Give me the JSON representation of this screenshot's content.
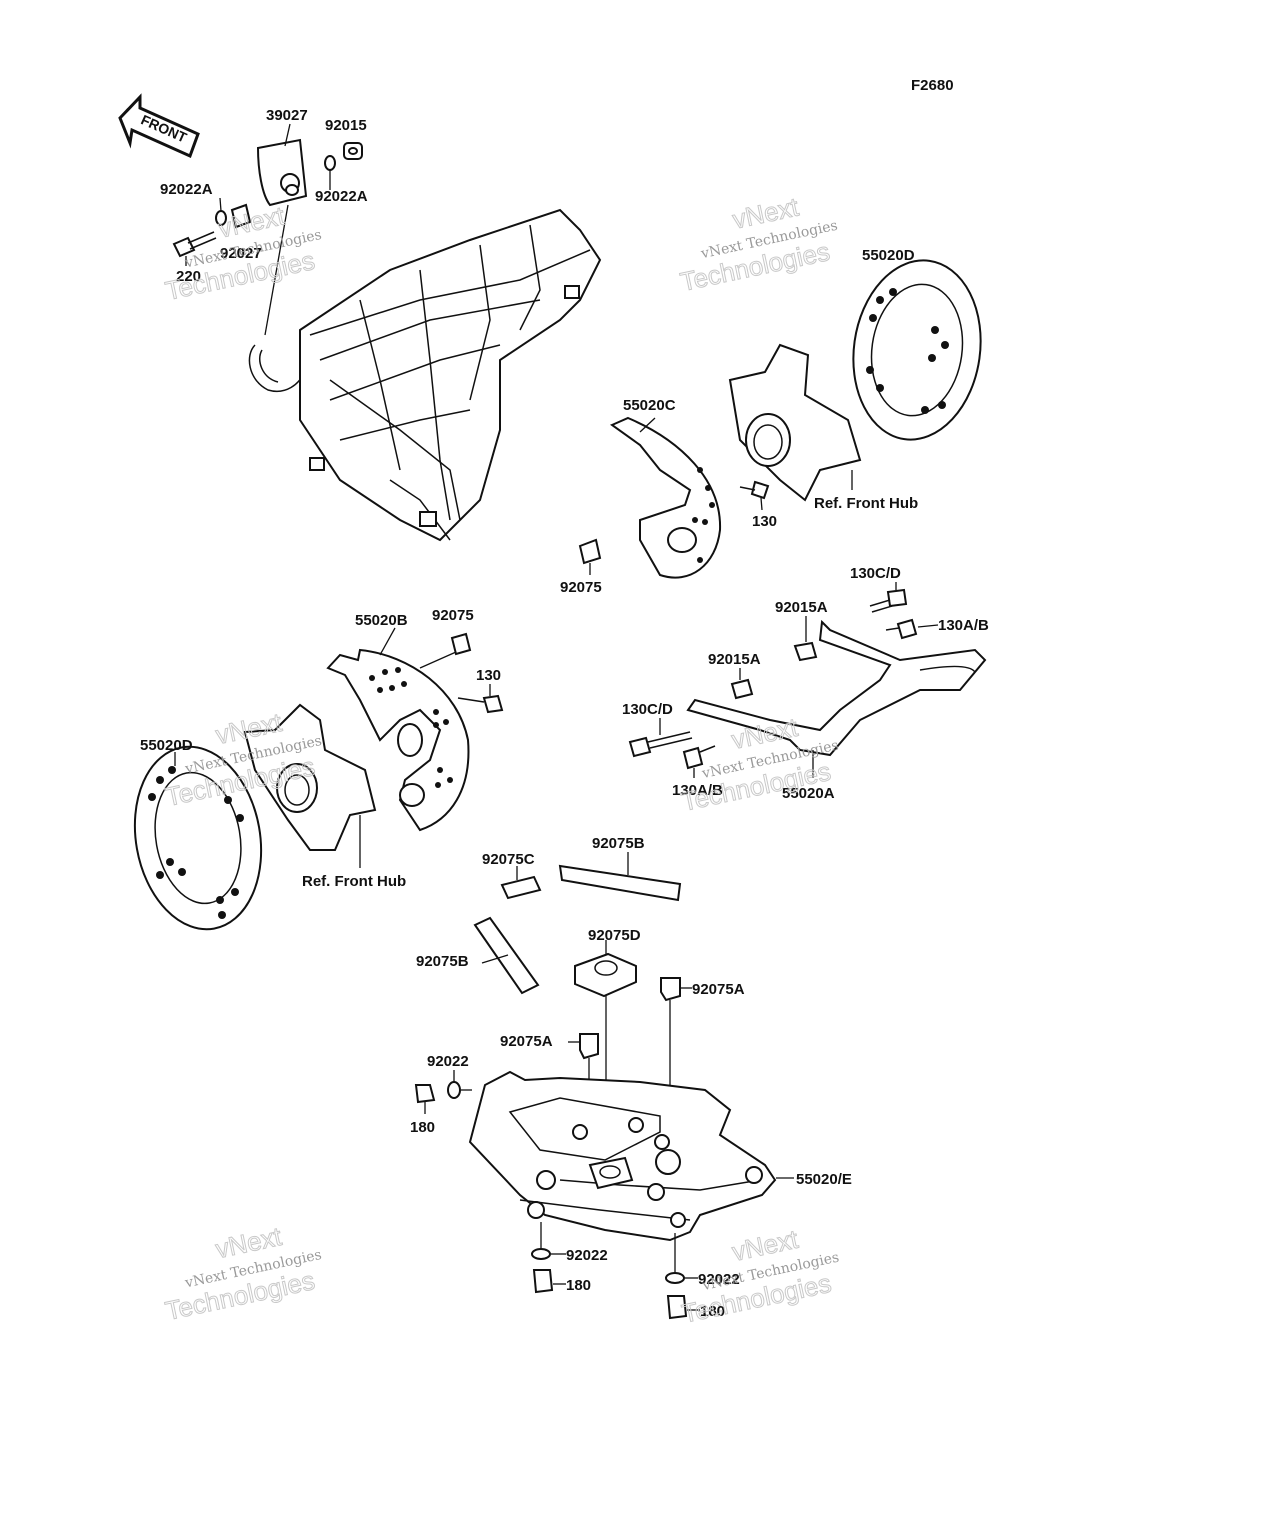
{
  "figure_code": "F2680",
  "front_arrow_label": "FRONT",
  "watermark": {
    "line1": "vNext Technologies",
    "line2": "vNext",
    "line3": "Technologies"
  },
  "labels": {
    "p39027": "39027",
    "p92015_top": "92015",
    "p92022A_left": "92022A",
    "p92022A_right": "92022A",
    "p92027": "92027",
    "p220": "220",
    "p55020D_right": "55020D",
    "p55020C": "55020C",
    "p130_mid": "130",
    "ref_front_hub_right": "Ref. Front Hub",
    "p92075_mid": "92075",
    "p130CD_top": "130C/D",
    "p92015A_top": "92015A",
    "p130AB_right": "130A/B",
    "p92015A_mid": "92015A",
    "p130CD_left": "130C/D",
    "p130AB_bottom": "130A/B",
    "p55020A": "55020A",
    "p55020B": "55020B",
    "p92075_left": "92075",
    "p130_left": "130",
    "p55020D_left": "55020D",
    "ref_front_hub_left": "Ref. Front Hub",
    "p92075C": "92075C",
    "p92075B_top": "92075B",
    "p92075B_left": "92075B",
    "p92075D": "92075D",
    "p92075A_right": "92075A",
    "p92075A_left": "92075A",
    "p92022_top": "92022",
    "p180_top": "180",
    "p55020E": "55020/E",
    "p92022_bottom_left": "92022",
    "p180_bottom_left": "180",
    "p92022_bottom_right": "92022",
    "p180_bottom_right": "180"
  }
}
